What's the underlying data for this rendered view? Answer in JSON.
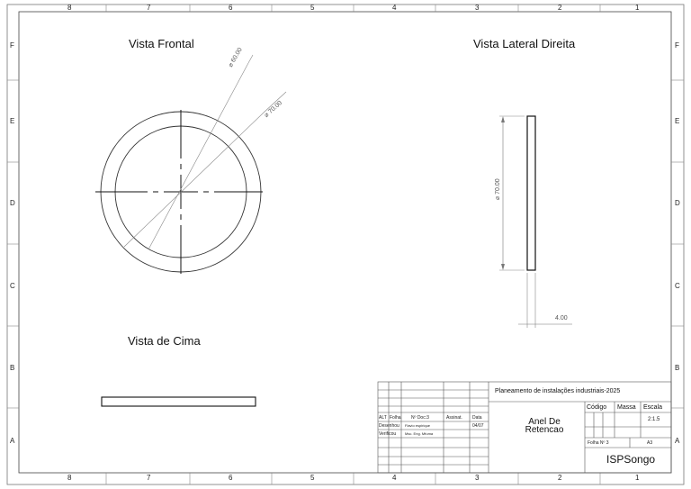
{
  "zones": {
    "columns": [
      "8",
      "7",
      "6",
      "5",
      "4",
      "3",
      "2",
      "1"
    ],
    "rows": [
      "F",
      "E",
      "D",
      "C",
      "B",
      "A"
    ]
  },
  "views": {
    "front": "Vista Frontal",
    "side": "Vista Lateral Direita",
    "top": "Vista de Cima"
  },
  "dimensions": {
    "inner_diameter": "⌀ 60.00",
    "outer_diameter": "⌀ 70.00",
    "side_height": "⌀ 70.00",
    "thickness": "4.00"
  },
  "title_block": {
    "header": {
      "alt": "ALT",
      "folha": "Folha",
      "n_doc": "Nº Doc:3",
      "assinat": "Assinat.",
      "data": "Data"
    },
    "designer_label": "Desenhou",
    "designer_name": "Flavio espirique",
    "date": "04/07",
    "checker_label": "Verificou",
    "checker_name": "Msc. Eng. Mfuma",
    "project": "Planeamento de instalações industriais-2025",
    "part_name": "Anel De Retencao",
    "codigo": "Código",
    "massa": "Massa",
    "escala": "Escala",
    "scale_value": "2:1.5",
    "sheet_label": "Folha Nº 3",
    "paper_size": "A3",
    "institution": "ISPSongo"
  }
}
